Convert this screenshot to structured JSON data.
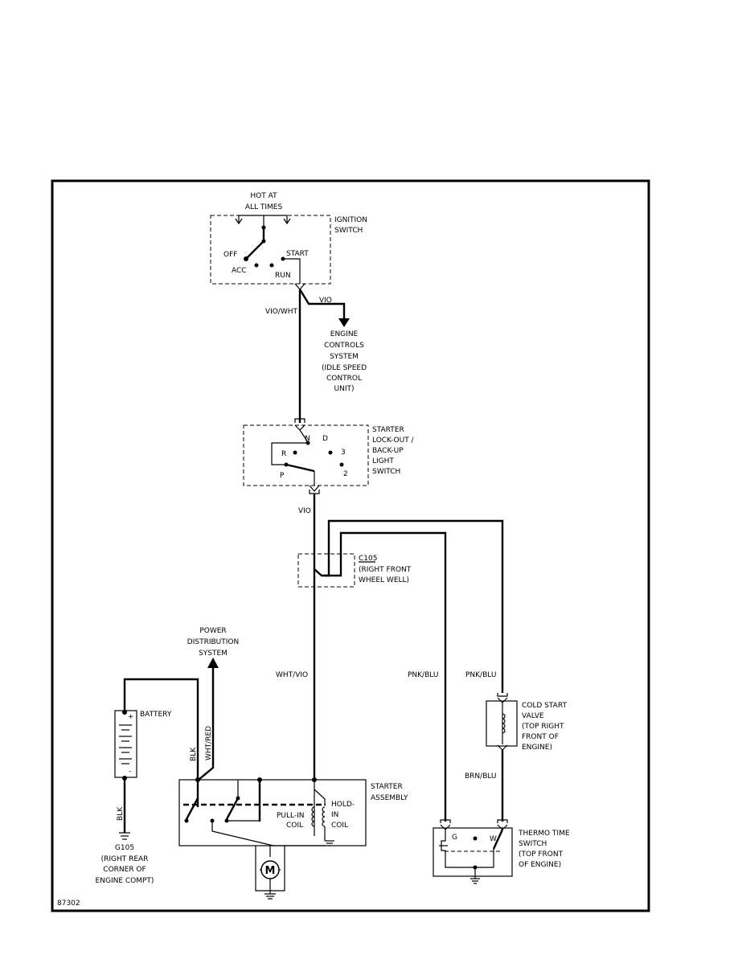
{
  "ignition": {
    "hot": [
      "HOT AT",
      "ALL TIMES"
    ],
    "name": [
      "IGNITION",
      "SWITCH"
    ],
    "off": "OFF",
    "acc": "ACC",
    "run": "RUN",
    "start": "START"
  },
  "wires": {
    "vio_wht": "VIO/WHT",
    "vio_top": "VIO",
    "vio_mid": "VIO",
    "wht_vio": "WHT/VIO",
    "pnk_blu_1": "PNK/BLU",
    "pnk_blu_2": "PNK/BLU",
    "brn_blu": "BRN/BLU",
    "blk_batt": "BLK",
    "blk_ground": "BLK",
    "wht_red": "WHT/RED"
  },
  "engine_controls": [
    "ENGINE",
    "CONTROLS",
    "SYSTEM",
    "(IDLE SPEED",
    "CONTROL",
    "UNIT)"
  ],
  "lockout": {
    "name": [
      "STARTER",
      "LOCK-OUT /",
      "BACK-UP",
      "LIGHT",
      "SWITCH"
    ],
    "n": "N",
    "d": "D",
    "r": "R",
    "three": "3",
    "p": "P",
    "two": "2"
  },
  "c105": {
    "id": "C105",
    "loc": [
      "(RIGHT FRONT",
      "WHEEL WELL)"
    ]
  },
  "power_dist": [
    "POWER",
    "DISTRIBUTION",
    "SYSTEM"
  ],
  "battery": {
    "label": "BATTERY",
    "plus": "+",
    "minus": "-"
  },
  "ground_g105": [
    "G105",
    "(RIGHT REAR",
    "CORNER OF",
    "ENGINE COMPT)"
  ],
  "starter": {
    "name": [
      "STARTER",
      "ASSEMBLY"
    ],
    "pull_in": [
      "PULL-IN",
      "COIL"
    ],
    "hold_in": [
      "HOLD-",
      "IN",
      "COIL"
    ],
    "motor": "M"
  },
  "cold_start": [
    "COLD START",
    "VALVE",
    "(TOP RIGHT",
    "FRONT OF",
    "ENGINE)"
  ],
  "thermo": {
    "name": [
      "THERMO TIME",
      "SWITCH",
      "(TOP FRONT",
      "OF ENGINE)"
    ],
    "g": "G",
    "w": "W"
  },
  "figure_id": "87302"
}
